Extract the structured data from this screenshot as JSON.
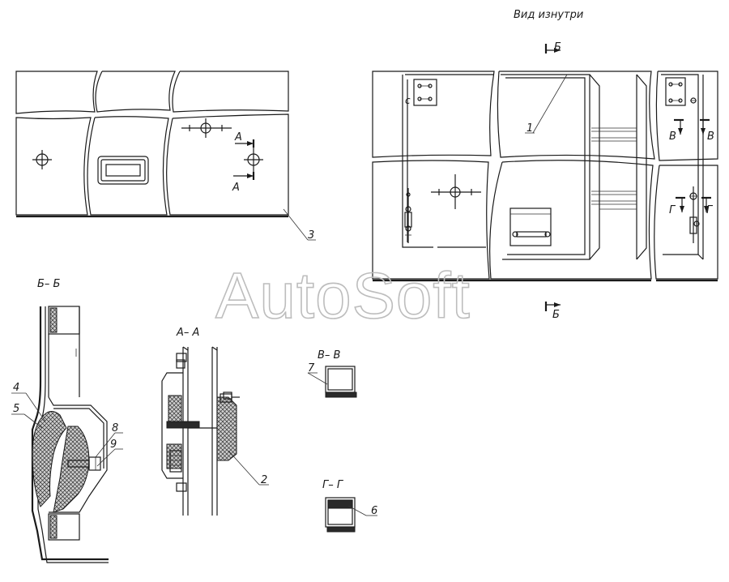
{
  "view_label": "Вид изнутри",
  "watermark": "AutoSoft",
  "sections": {
    "bb": "Б– Б",
    "aa": "А– А",
    "vv": "В– В",
    "gg": "Г– Г"
  },
  "cut_marks": {
    "a_top": "А",
    "a_bottom": "А",
    "b_top": "Б",
    "b_bottom": "Б",
    "v_left": "В",
    "v_right": "В",
    "g_left": "Г",
    "g_right": "Г"
  },
  "callouts": {
    "c1": "1",
    "c2": "2",
    "c3": "3",
    "c4": "4",
    "c5": "5",
    "c6": "6",
    "c7": "7",
    "c8": "8",
    "c9": "9"
  }
}
